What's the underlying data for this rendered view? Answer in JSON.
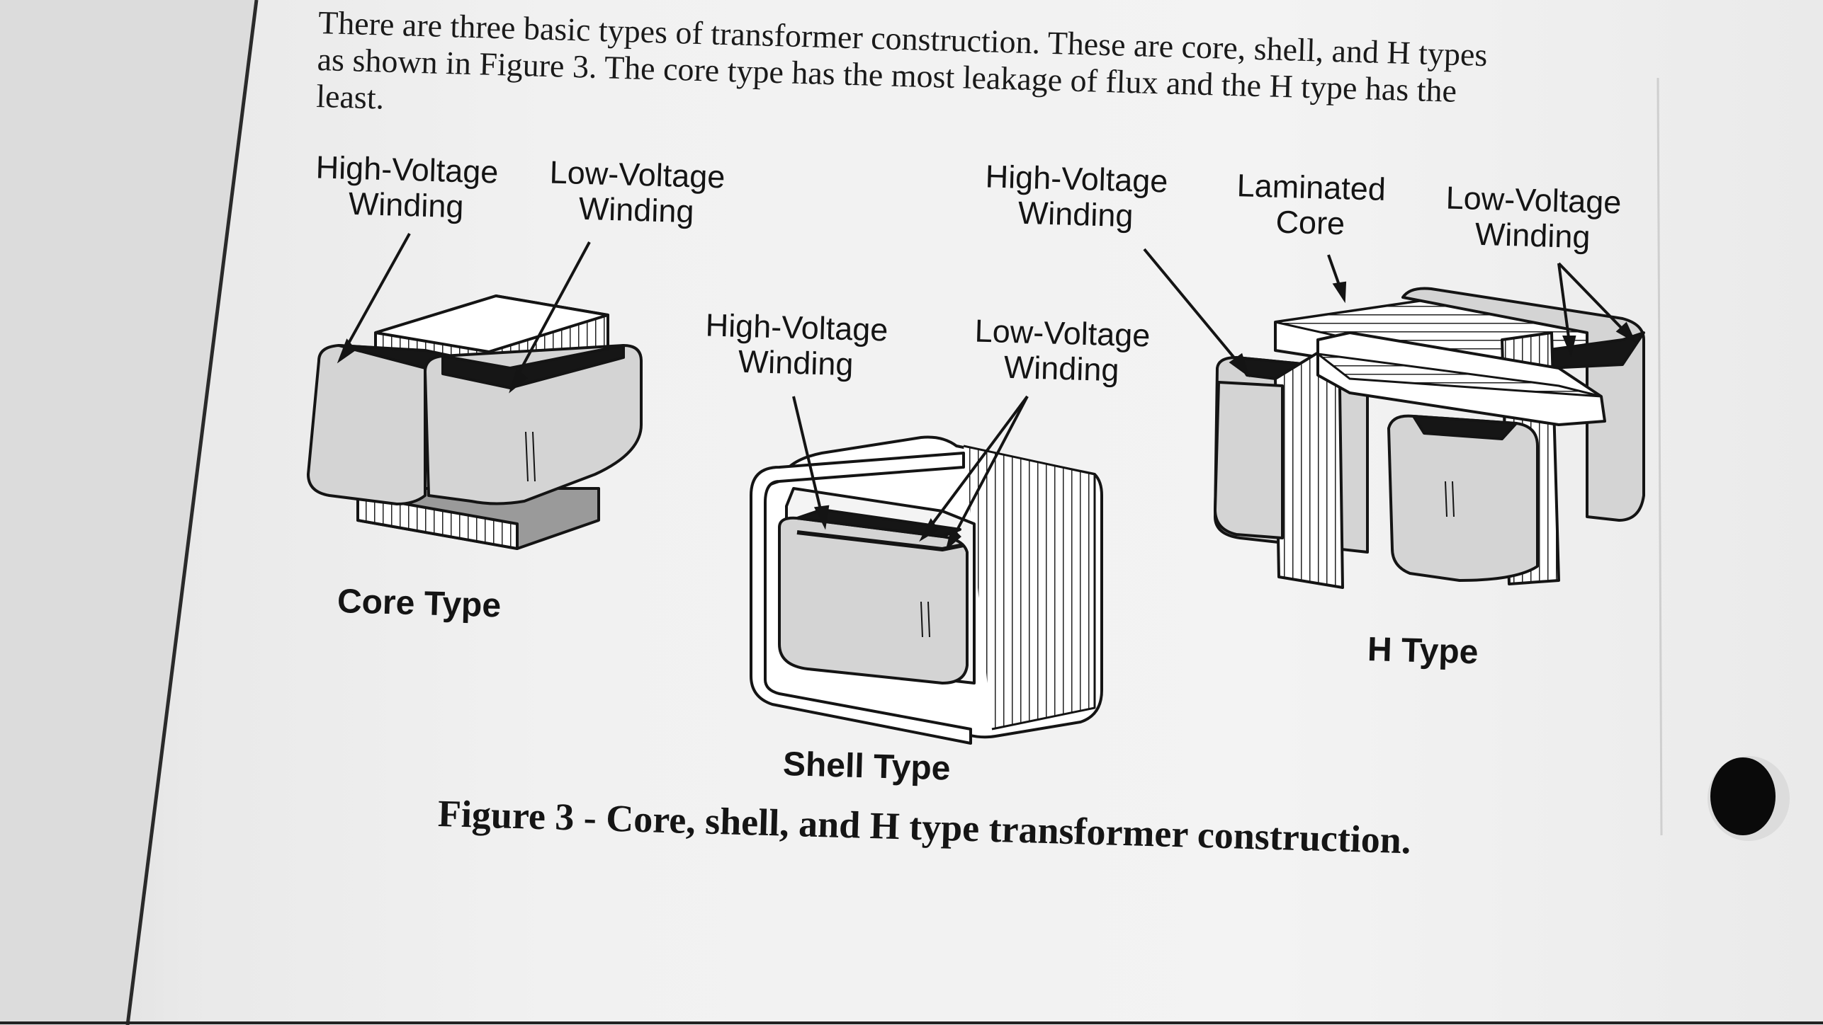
{
  "paragraph": {
    "line1": "There are three basic types of transformer construction. These are core, shell, and H types",
    "line2": "as shown in Figure 3. The core type has the most leakage of flux and the H type has the",
    "line3": "least."
  },
  "core_type": {
    "title": "Core Type",
    "hv_label_1": "High-Voltage",
    "hv_label_2": "Winding",
    "lv_label_1": "Low-Voltage",
    "lv_label_2": "Winding"
  },
  "shell_type": {
    "title": "Shell Type",
    "hv_label_1": "High-Voltage",
    "hv_label_2": "Winding",
    "lv_label_1": "Low-Voltage",
    "lv_label_2": "Winding"
  },
  "h_type": {
    "title": "H Type",
    "hv_label_1": "High-Voltage",
    "hv_label_2": "Winding",
    "core_label_1": "Laminated",
    "core_label_2": "Core",
    "lv_label_1": "Low-Voltage",
    "lv_label_2": "Winding"
  },
  "caption": "Figure 3 - Core, shell, and H type transformer construction.",
  "colors": {
    "ink": "#141414",
    "coil_fill": "#d4d4d4",
    "core_fill": "#ffffff",
    "page": "#f2f2f2"
  }
}
